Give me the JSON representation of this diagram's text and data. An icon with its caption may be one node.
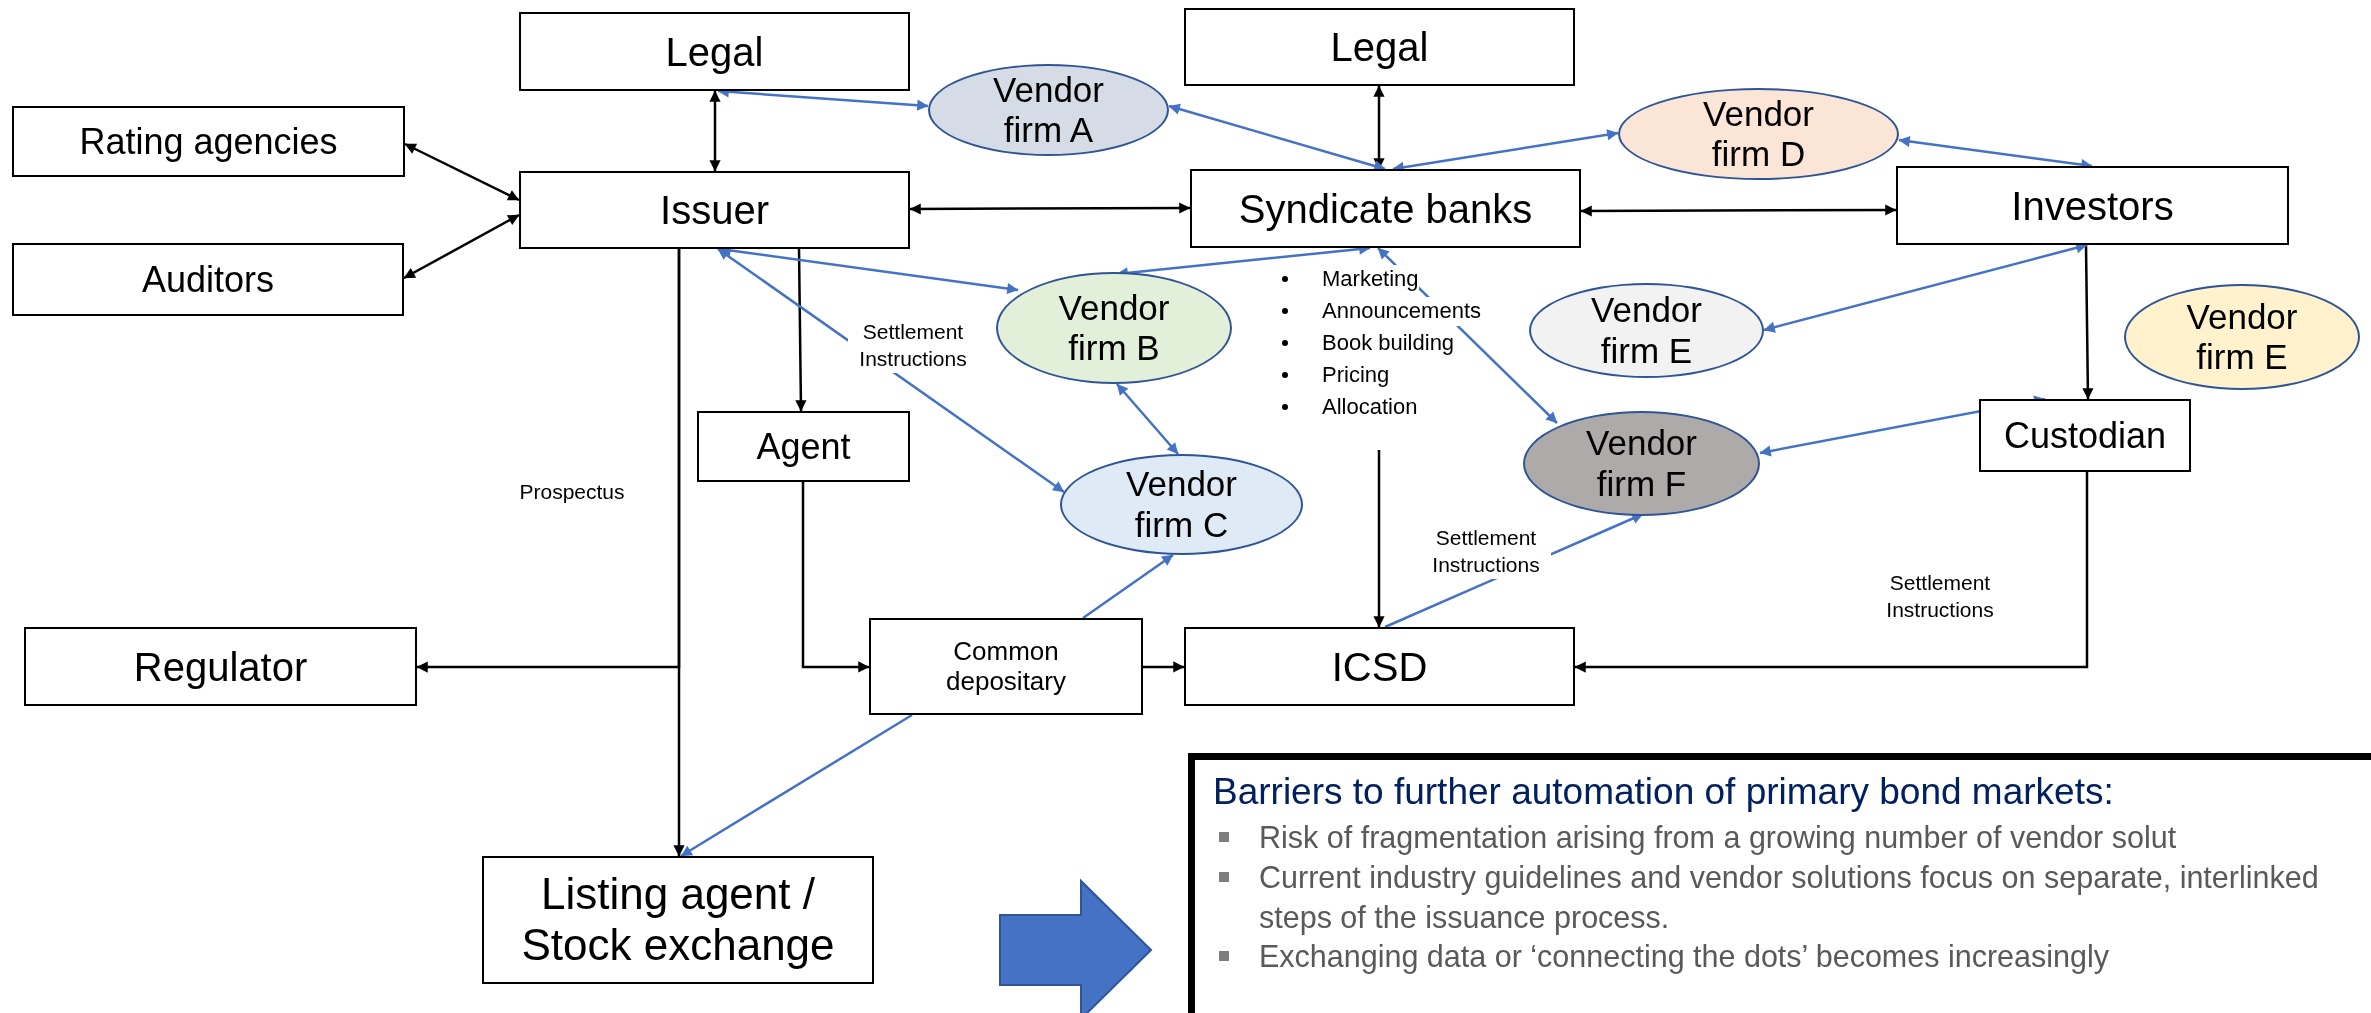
{
  "diagram": {
    "nodes": [
      {
        "text": [
          "Legal"
        ]
      },
      {
        "text": [
          "Vendor firm A"
        ]
      },
      {
        "text": [
          "Legal"
        ]
      },
      {
        "text": [
          "Vendor firm D"
        ]
      },
      {
        "text": [
          "Rating agencies"
        ]
      },
      {
        "text": [
          "Issuer"
        ]
      },
      {
        "text": [
          "Syndicate banks"
        ]
      },
      {
        "text": [
          "Investors"
        ]
      },
      {
        "text": [
          "Auditors"
        ]
      },
      {
        "text": [
          "Vendor firm B"
        ]
      },
      {
        "text": [
          "Vendor firm E"
        ]
      },
      {
        "text": [
          "Vendor firm E"
        ]
      },
      {
        "text": [
          "Agent"
        ]
      },
      {
        "text": [
          "Custodian"
        ]
      },
      {
        "text": [
          "Vendor firm F"
        ]
      },
      {
        "text": [
          "Vendor firm C"
        ]
      },
      {
        "text": [
          "Regulator"
        ]
      },
      {
        "text": [
          "Common depositary"
        ]
      },
      {
        "text": [
          "ICSD"
        ]
      },
      {
        "text": [
          "Listing agent / Stock exchange"
        ]
      },
      {
        "text": [
          "Barriers to further automation of primary bond markets:",
          "Risk of fragmentation arising from a growing number of vendor solut",
          "Current industry guidelines and vendor solutions focus on separate, interlinked steps of the issuance process.",
          "Exchanging data or ‘connecting the dots’ becomes increasingly"
        ]
      }
    ],
    "edges": [
      {
        "from": 0,
        "to": 5,
        "arrow": "both"
      },
      {
        "from": 4,
        "to": 5,
        "arrow": "both"
      },
      {
        "from": 8,
        "to": 5,
        "arrow": "both"
      },
      {
        "from": 5,
        "to": 6,
        "arrow": "both"
      },
      {
        "from": 2,
        "to": 6,
        "arrow": "both"
      },
      {
        "from": 6,
        "to": 7,
        "arrow": "both"
      },
      {
        "from": 5,
        "to": 12,
        "arrow": "to"
      },
      {
        "from": 5,
        "to": 19,
        "arrow": "to"
      },
      {
        "from": 5,
        "to": 16,
        "arrow": "to"
      },
      {
        "from": 12,
        "to": 17,
        "arrow": "to"
      },
      {
        "from": 17,
        "to": 18,
        "arrow": "to"
      },
      {
        "from": null,
        "to": 18,
        "arrow": "to"
      },
      {
        "from": 7,
        "to": 13,
        "arrow": "to"
      },
      {
        "from": 13,
        "to": 18,
        "arrow": "to"
      },
      {
        "from": 0,
        "to": 1,
        "arrow": "both",
        "color": "#4472c4"
      },
      {
        "from": 1,
        "to": 6,
        "arrow": "both",
        "color": "#4472c4"
      },
      {
        "from": 6,
        "to": 3,
        "arrow": "both",
        "color": "#4472c4"
      },
      {
        "from": 3,
        "to": 7,
        "arrow": "both",
        "color": "#4472c4"
      },
      {
        "from": 5,
        "to": 9,
        "arrow": "both",
        "color": "#4472c4"
      },
      {
        "from": 9,
        "to": 6,
        "arrow": "both",
        "color": "#4472c4"
      },
      {
        "from": 5,
        "to": 15,
        "arrow": "both",
        "color": "#4472c4"
      },
      {
        "from": 9,
        "to": 15,
        "arrow": "both",
        "color": "#4472c4"
      },
      {
        "from": 6,
        "to": 14,
        "arrow": "both",
        "color": "#4472c4"
      },
      {
        "from": 7,
        "to": 10,
        "arrow": "both",
        "color": "#4472c4"
      },
      {
        "from": 13,
        "to": 14,
        "arrow": "both",
        "color": "#4472c4"
      },
      {
        "from": 18,
        "to": 14,
        "arrow": "to",
        "color": "#4472c4"
      },
      {
        "from": 17,
        "to": 15,
        "arrow": "to",
        "color": "#4472c4"
      },
      {
        "from": 17,
        "to": 19,
        "arrow": "to",
        "color": "#4472c4"
      }
    ],
    "labels": [
      "Settlement Instructions",
      "Marketing",
      "Announcements",
      "Book building",
      "Pricing",
      "Allocation",
      "Prospectus",
      "Settlement Instructions",
      "Settlement Instructions"
    ]
  }
}
